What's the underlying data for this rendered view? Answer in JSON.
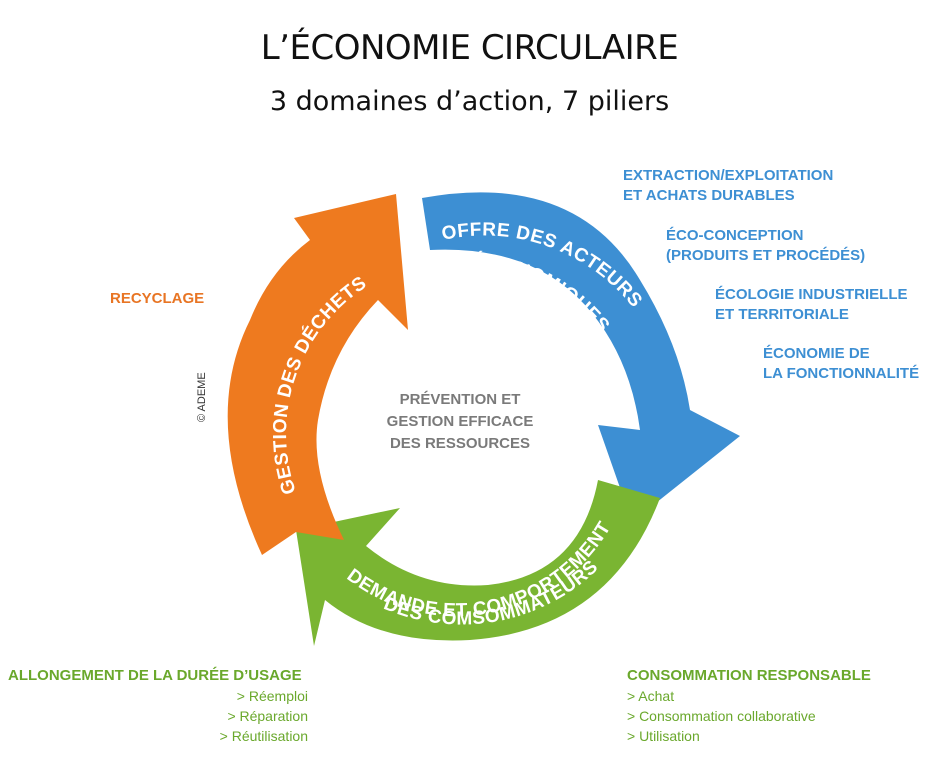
{
  "header": {
    "title": "L’ÉCONOMIE CIRCULAIRE",
    "subtitle": "3 domaines d’action, 7 piliers"
  },
  "cycle": {
    "center_lines": [
      "PRÉVENTION ET",
      "GESTION EFFICACE",
      "DES RESSOURCES"
    ],
    "domains": {
      "offre": {
        "line1": "OFFRE DES ACTEURS",
        "line2": "ÉCONOMIQUES",
        "color": "#3d8fd3"
      },
      "demande": {
        "line1": "DEMANDE ET COMPORTEMENT",
        "line2": "DES COMSOMMATEURS",
        "color": "#7ab532"
      },
      "gestion": {
        "line1": "GESTION DES DÉCHETS",
        "color": "#ee7a1f"
      }
    },
    "copyright": "© ADEME"
  },
  "pillars": {
    "blue": [
      {
        "line1": "EXTRACTION/EXPLOITATION",
        "line2": "ET ACHATS DURABLES"
      },
      {
        "line1": "ÉCO-CONCEPTION",
        "line2": "(PRODUITS ET PROCÉDÉS)"
      },
      {
        "line1": "ÉCOLOGIE INDUSTRIELLE",
        "line2": "ET TERRITORIALE"
      },
      {
        "line1": "ÉCONOMIE DE",
        "line2": "LA FONCTIONNALITÉ"
      }
    ],
    "orange": {
      "label": "RECYCLAGE"
    },
    "green_left": {
      "title": "ALLONGEMENT DE LA DURÉE D’USAGE",
      "items": [
        "> Réemploi",
        "> Réparation",
        "> Réutilisation"
      ]
    },
    "green_right": {
      "title": "CONSOMMATION RESPONSABLE",
      "items": [
        "> Achat",
        "> Consommation collaborative",
        "> Utilisation"
      ]
    }
  }
}
